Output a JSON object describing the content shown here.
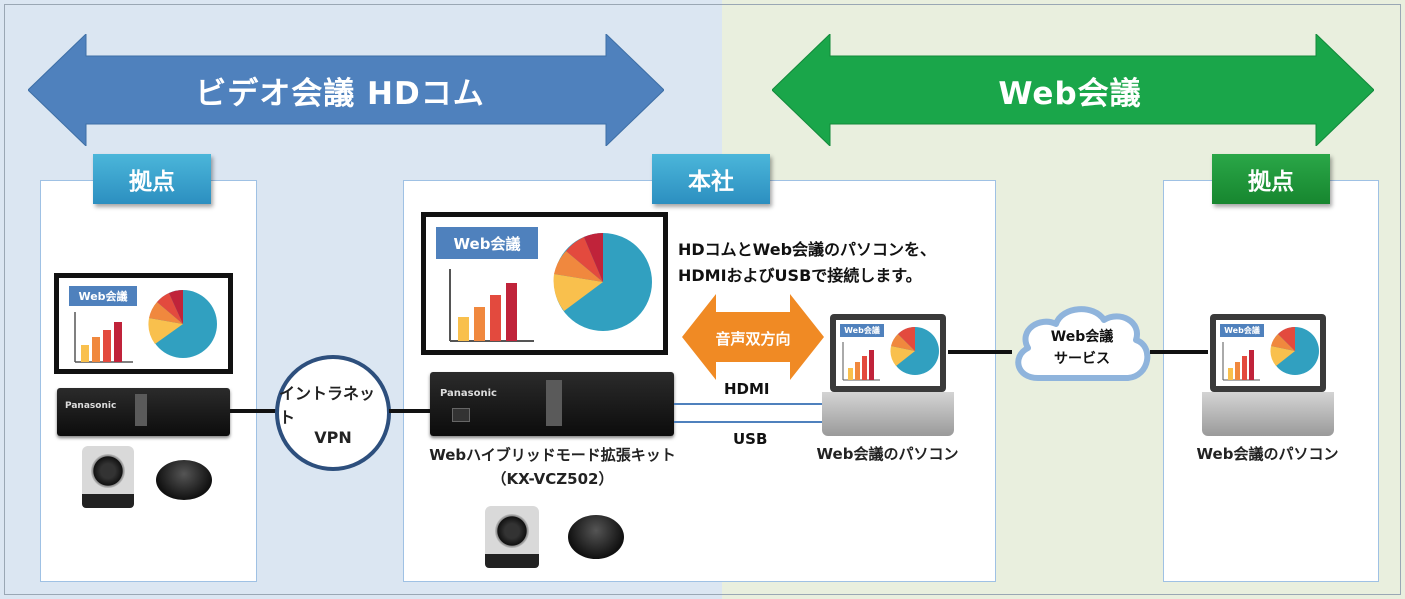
{
  "left_arrow": {
    "label": "ビデオ会議 HDコム",
    "color": "#4f81bd"
  },
  "right_arrow": {
    "label": "Web会議",
    "color": "#1aa64a"
  },
  "left_site": {
    "tag": "拠点"
  },
  "headquarters": {
    "tag": "本社"
  },
  "right_site": {
    "tag": "拠点"
  },
  "screen_label": "Web会議",
  "intranet": {
    "line1": "イントラネット",
    "line2": "VPN"
  },
  "device_brand": "Panasonic",
  "kit_caption": {
    "line1": "Webハイブリッドモード拡張キット",
    "line2": "（KX-VCZ502）"
  },
  "note": {
    "line1": "HDコムとWeb会議のパソコンを、",
    "line2": "HDMIおよびUSBで接続します。"
  },
  "audio_arrow": {
    "label": "音声双方向",
    "color": "#f08a24"
  },
  "hdmi_label": "HDMI",
  "usb_label": "USB",
  "pc_caption_center": "Web会議のパソコン",
  "pc_caption_right": "Web会議のパソコン",
  "cloud": {
    "line1": "Web会議",
    "line2": "サービス"
  },
  "mini_chart": {
    "bars": [
      2,
      3,
      4,
      5
    ],
    "bar_color": "#e36c09",
    "pie_colors": [
      "#31a0c0",
      "#f9c04d",
      "#f0883e",
      "#e34a3e",
      "#c0233a"
    ]
  }
}
